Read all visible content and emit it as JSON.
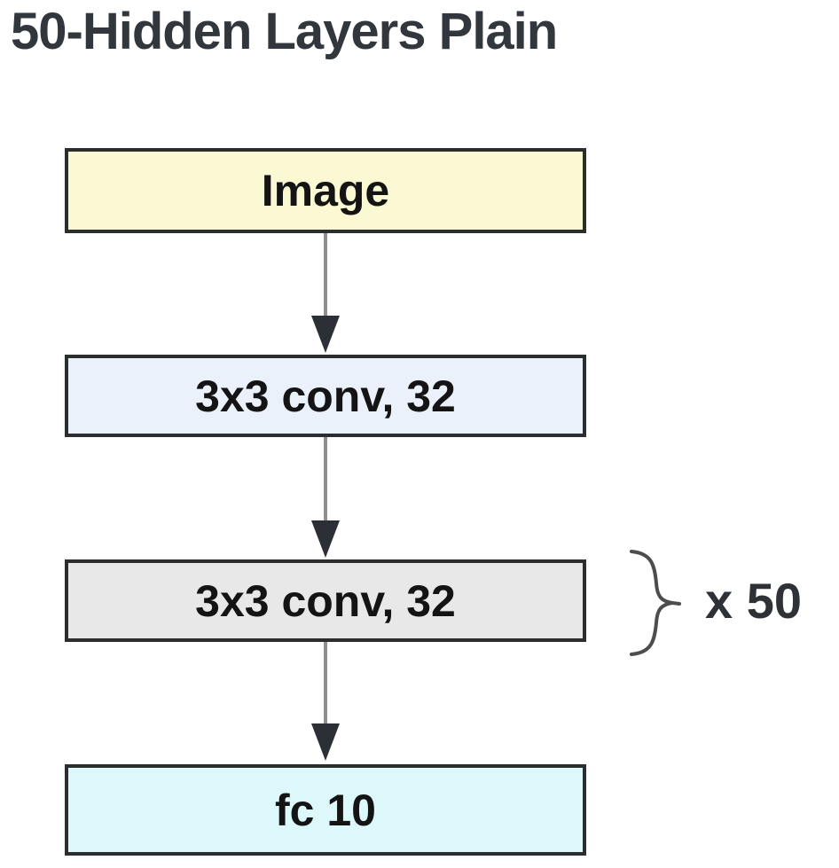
{
  "page": {
    "title": "50-Hidden Layers Plain"
  },
  "diagram": {
    "nodes": [
      {
        "label": "Image",
        "fill": "#fbf9d3"
      },
      {
        "label": "3x3 conv, 32",
        "fill": "#eaf1fb"
      },
      {
        "label": "3x3 conv, 32",
        "fill": "#e8e8e8"
      },
      {
        "label": "fc 10",
        "fill": "#dcf8fa"
      }
    ],
    "connections": [
      {
        "from": 0,
        "to": 1
      },
      {
        "from": 1,
        "to": 2
      },
      {
        "from": 2,
        "to": 3
      }
    ],
    "annotation": {
      "label": "x 50",
      "applies_to_node_index": 2
    },
    "colors": {
      "box_border": "#2b2e2d",
      "arrow_line": "#8f8f8f",
      "arrow_head": "#2c2f36",
      "title_text": "#32373d",
      "label_text": "#141414",
      "brace_stroke": "#4d4d4d",
      "background": "#ffffff"
    }
  }
}
